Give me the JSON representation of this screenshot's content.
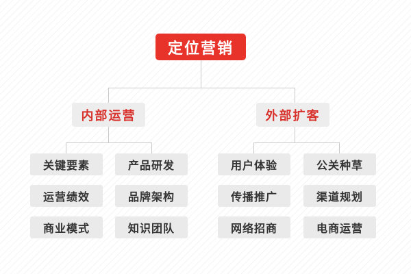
{
  "diagram": {
    "type": "organization-tree",
    "orientation": "top-down",
    "levels": 3,
    "colors": {
      "root_fill": "#e8332b",
      "root_text": "#ffffff",
      "branch_fill": "#ededed",
      "branch_text": "#d8322c",
      "leaf_fill": "#eaeaea",
      "leaf_text": "#333333",
      "connector": "#c9c9c9",
      "background": "#ffffff",
      "texture": "#f4f4f4"
    },
    "root": {
      "label": "定位营销"
    },
    "branches": [
      {
        "id": "internal",
        "label": "内部运营",
        "columns": [
          {
            "id": "internal-col-1",
            "items": [
              {
                "label": "关键要素"
              },
              {
                "label": "运营绩效"
              },
              {
                "label": "商业模式"
              }
            ]
          },
          {
            "id": "internal-col-2",
            "items": [
              {
                "label": "产品研发"
              },
              {
                "label": "品牌架构"
              },
              {
                "label": "知识团队"
              }
            ]
          }
        ]
      },
      {
        "id": "external",
        "label": "外部扩客",
        "columns": [
          {
            "id": "external-col-1",
            "items": [
              {
                "label": "用户体验"
              },
              {
                "label": "传播推广"
              },
              {
                "label": "网络招商"
              }
            ]
          },
          {
            "id": "external-col-2",
            "items": [
              {
                "label": "公关种草"
              },
              {
                "label": "渠道规划"
              },
              {
                "label": "电商运营"
              }
            ]
          }
        ]
      }
    ]
  }
}
